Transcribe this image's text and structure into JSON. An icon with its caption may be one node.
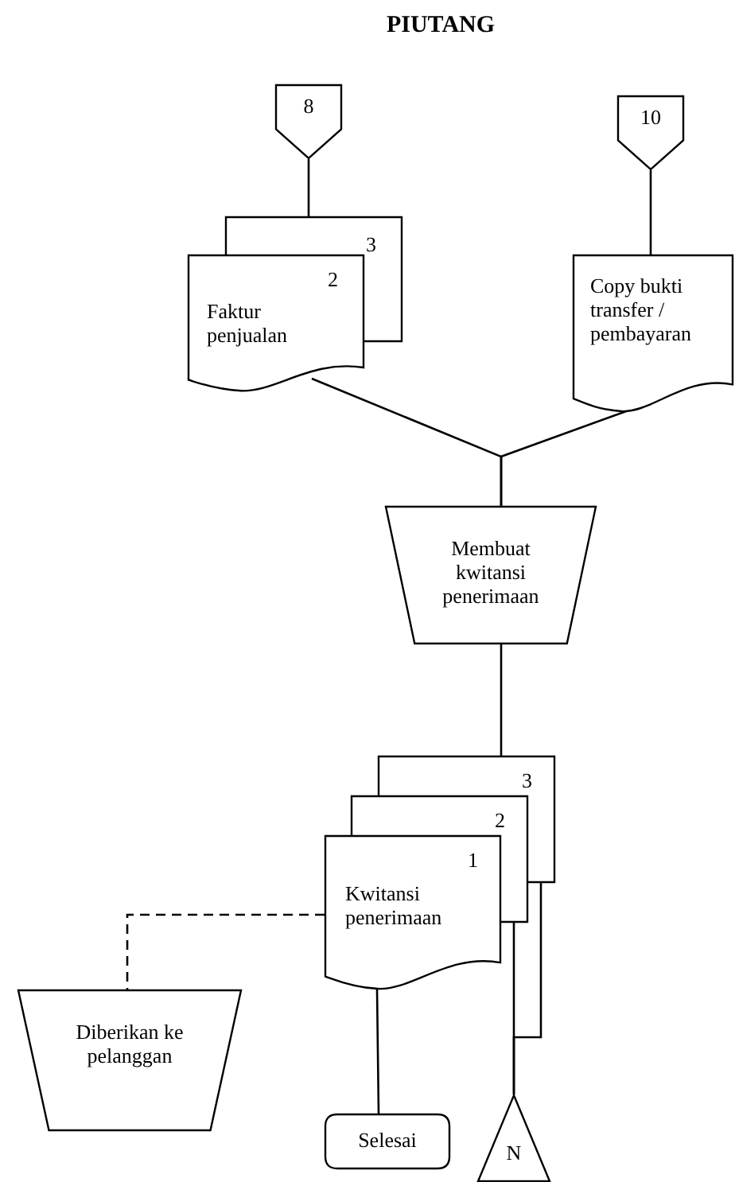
{
  "diagram": {
    "title": "PIUTANG",
    "nodes": [
      {
        "text": [
          "8"
        ]
      },
      {
        "text": [
          "3",
          "2",
          "Faktur penjualan"
        ]
      },
      {
        "text": [
          "10"
        ]
      },
      {
        "text": [
          "Copy bukti transfer / pembayaran"
        ]
      },
      {
        "text": [
          "Membuat kwitansi penerimaan"
        ]
      },
      {
        "text": [
          "3",
          "2",
          "1",
          "Kwitansi penerimaan"
        ]
      },
      {
        "text": [
          "Diberikan ke pelanggan"
        ]
      },
      {
        "text": [
          "Selesai"
        ]
      },
      {
        "text": [
          "N"
        ]
      }
    ],
    "edges": [
      {
        "from": 0,
        "to": 1,
        "arrow": "none"
      },
      {
        "from": 2,
        "to": 3,
        "arrow": "none"
      },
      {
        "from": 1,
        "to": 4,
        "arrow": "none"
      },
      {
        "from": 3,
        "to": 4,
        "arrow": "none"
      },
      {
        "from": 4,
        "to": 5,
        "arrow": "none"
      },
      {
        "from": 5,
        "to": 6,
        "arrow": "none",
        "style": "dashed"
      },
      {
        "from": 5,
        "to": 7,
        "arrow": "none"
      },
      {
        "from": 5,
        "to": 8,
        "arrow": "none"
      },
      {
        "from": 5,
        "to": 8,
        "arrow": "none"
      }
    ]
  }
}
